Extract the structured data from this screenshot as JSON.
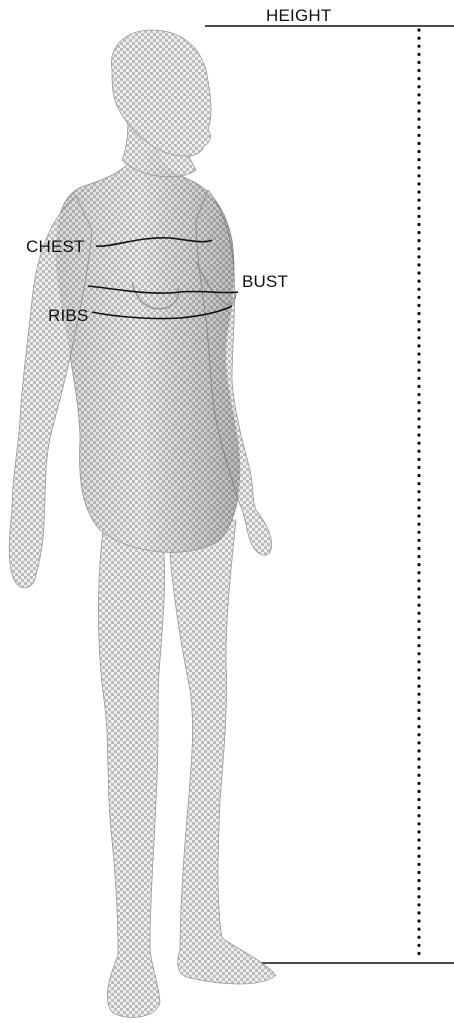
{
  "labels": {
    "height": "HEIGHT",
    "chest": "CHEST",
    "bust": "BUST",
    "ribs": "RIBS"
  },
  "colors": {
    "background": "#ffffff",
    "line": "#111111",
    "figure_fill": "#eeeeee",
    "figure_checker": "#bdbdbd",
    "figure_shadow": "#9a9a9a"
  },
  "figure": {
    "subject": "female-body-model",
    "pattern": "checkerboard"
  }
}
